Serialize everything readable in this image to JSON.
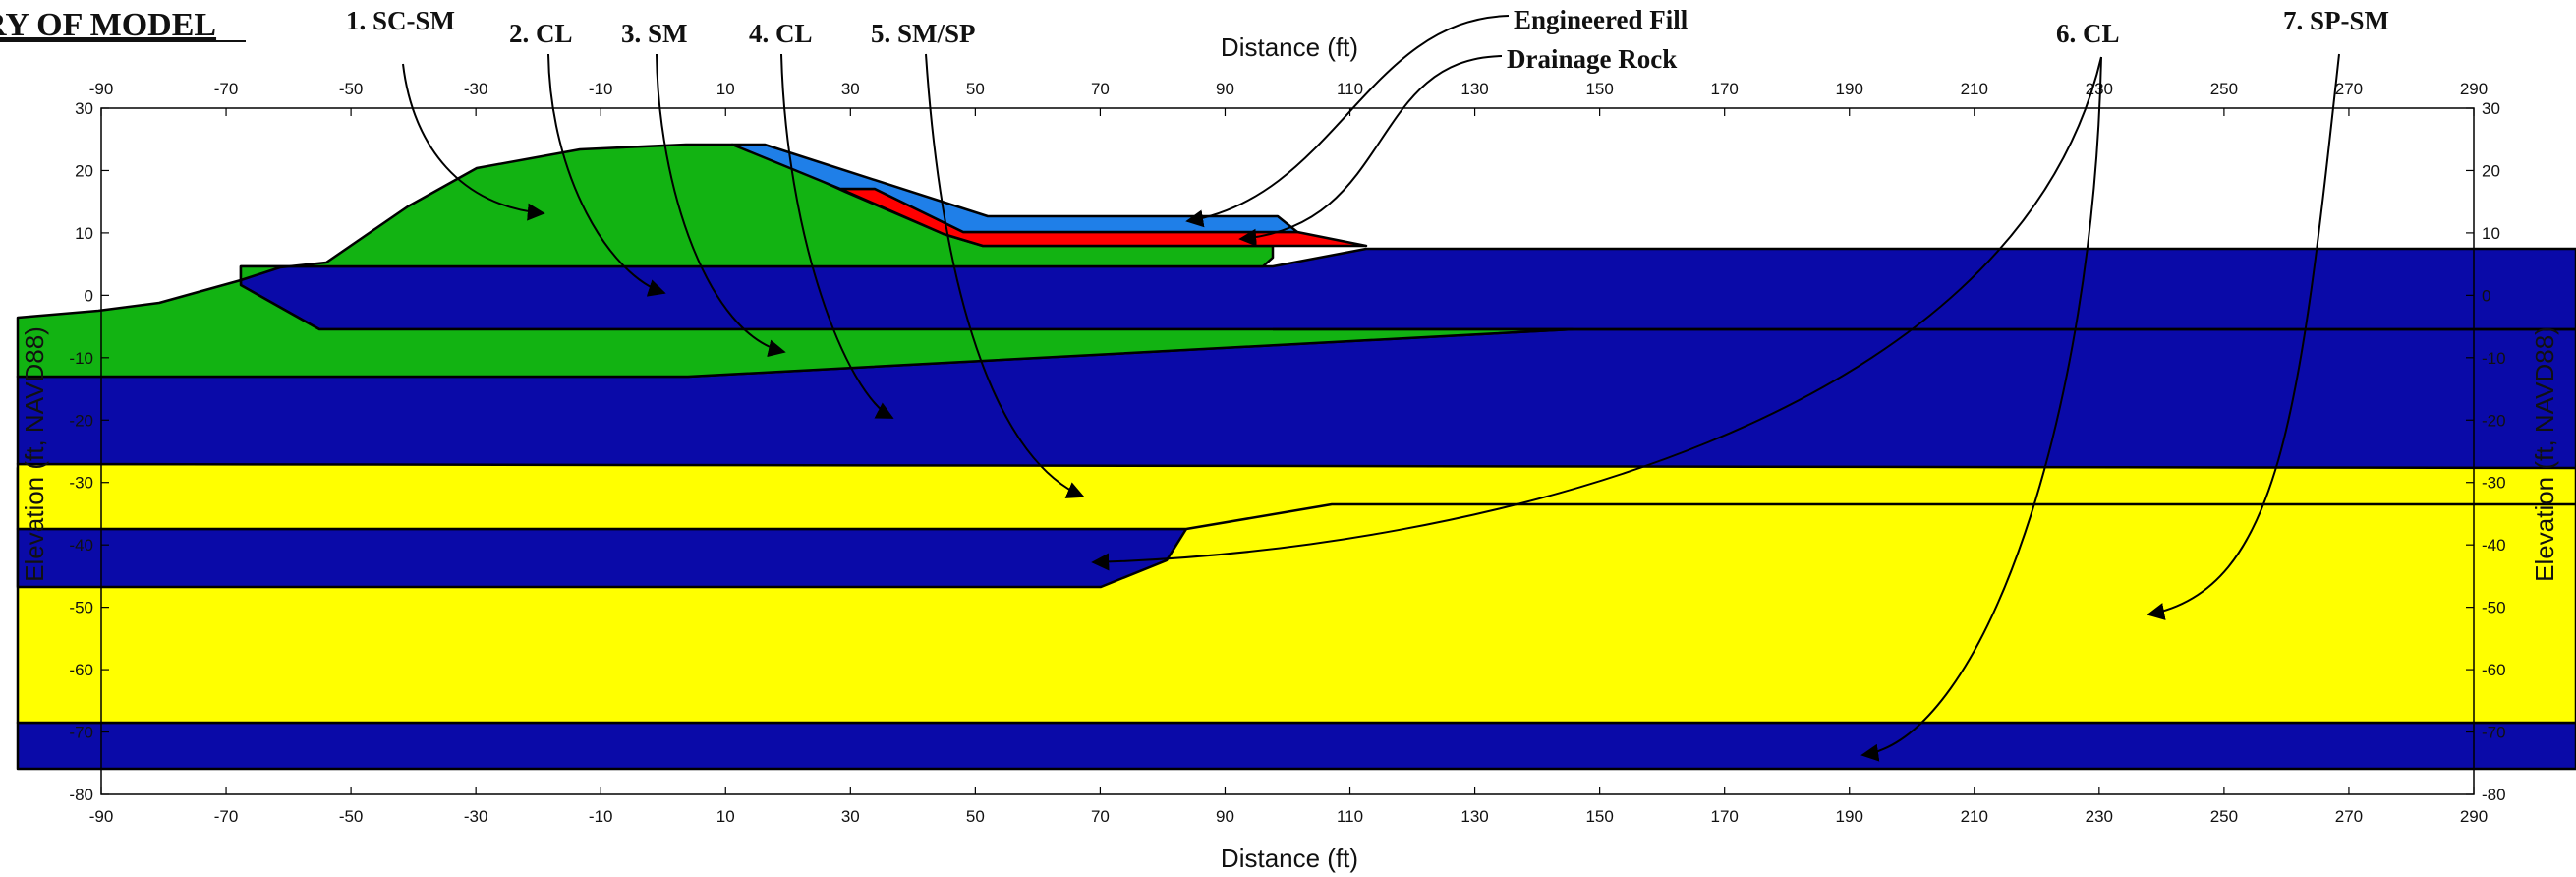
{
  "heading": "RY OF MODEL",
  "x_axis_title": "Distance (ft)",
  "y_axis_title": "Elevation (ft, NAVD88)",
  "x_ticks": [
    "-90",
    "-70",
    "-50",
    "-30",
    "-10",
    "10",
    "30",
    "50",
    "70",
    "90",
    "110",
    "130",
    "150",
    "170",
    "190",
    "210",
    "230",
    "250",
    "270",
    "290"
  ],
  "y_ticks": [
    "30",
    "20",
    "10",
    "0",
    "-10",
    "-20",
    "-30",
    "-40",
    "-50",
    "-60",
    "-70",
    "-80"
  ],
  "layer_labels": {
    "l1": "1. SC-SM",
    "l2": "2. CL",
    "l3": "3. SM",
    "l4": "4. CL",
    "l5": "5. SM/SP",
    "l6": "6. CL",
    "l7": "7. SP-SM",
    "fill": "Engineered Fill",
    "rock": "Drainage Rock"
  },
  "colors": {
    "clay_blue": "#0a0aa8",
    "sand_yellow": "#ffff00",
    "silt_green": "#12b312",
    "fill_lightblue": "#1f7fe8",
    "rock_red": "#ff0000"
  }
}
